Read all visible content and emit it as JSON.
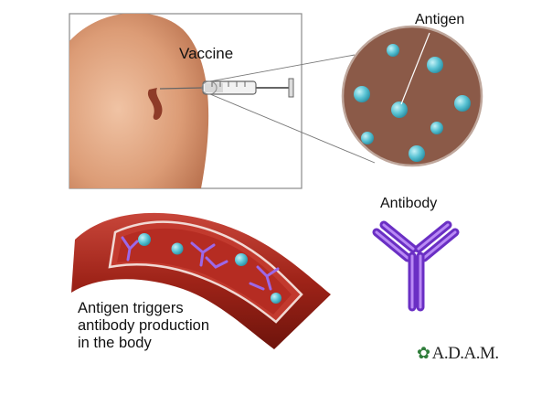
{
  "labels": {
    "vaccine": "Vaccine",
    "antigen": "Antigen",
    "antibody": "Antibody"
  },
  "caption": {
    "line1": "Antigen triggers",
    "line2": "antibody production",
    "line3": "in the body"
  },
  "logo": {
    "text": "A.D.A.M.",
    "icon": "leaf-icon"
  },
  "colors": {
    "skin": "#e0a47f",
    "antigen_disc": "#8b5a48",
    "antigen_particle": "#5cc6d6",
    "antibody": "#8a4fd8",
    "vessel": "#a9291f"
  }
}
